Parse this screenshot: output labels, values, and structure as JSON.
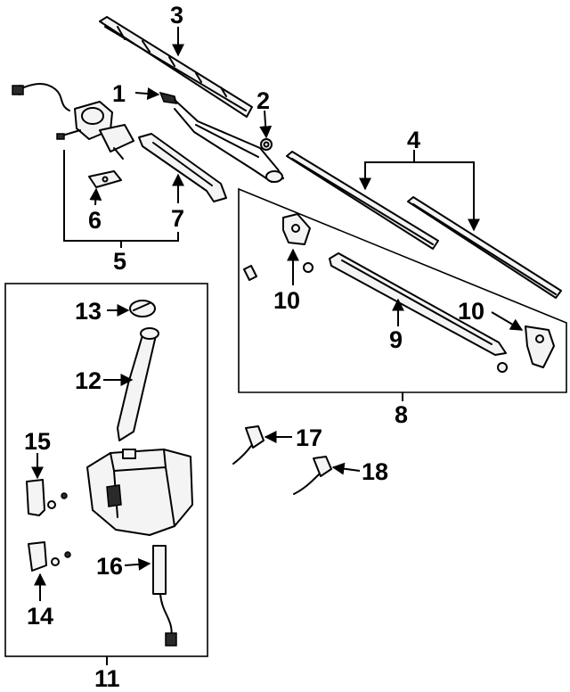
{
  "callouts": {
    "c1": "1",
    "c2": "2",
    "c3": "3",
    "c4": "4",
    "c5": "5",
    "c6": "6",
    "c7": "7",
    "c8": "8",
    "c9": "9",
    "c10a": "10",
    "c10b": "10",
    "c11": "11",
    "c12": "12",
    "c13": "13",
    "c14": "14",
    "c15": "15",
    "c16": "16",
    "c17": "17",
    "c18": "18"
  },
  "colors": {
    "ink": "#000000",
    "shade": "#2a2a2a",
    "paper": "#ffffff"
  }
}
